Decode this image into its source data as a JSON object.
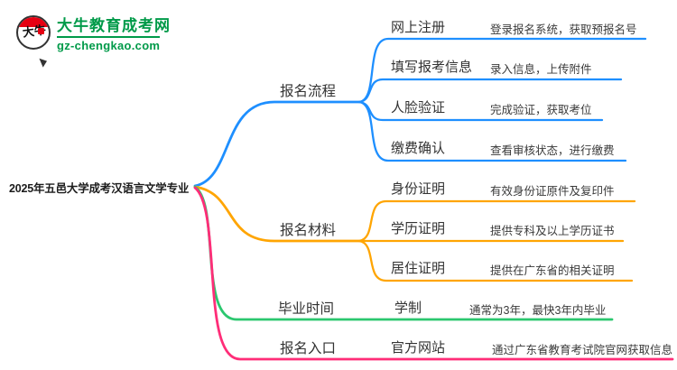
{
  "site": {
    "logo_mark_text": "大牛",
    "logo_title": "大牛教育成考网",
    "logo_domain": "gz-chengkao.com",
    "brand_green": "#009a49",
    "brand_red": "#e60012"
  },
  "root": {
    "title": "2025年五邑大学成考汉语言文学专业"
  },
  "branches": [
    {
      "label": "报名流程",
      "color": "#1e8fff",
      "children": [
        {
          "label": "网上注册",
          "desc": "登录报名系统，获取预报名号"
        },
        {
          "label": "填写报考信息",
          "desc": "录入信息，上传附件"
        },
        {
          "label": "人脸验证",
          "desc": "完成验证，获取考位"
        },
        {
          "label": "缴费确认",
          "desc": "查看审核状态，进行缴费"
        }
      ]
    },
    {
      "label": "报名材料",
      "color": "#ffa502",
      "children": [
        {
          "label": "身份证明",
          "desc": "有效身份证原件及复印件"
        },
        {
          "label": "学历证明",
          "desc": "提供专科及以上学历证书"
        },
        {
          "label": "居住证明",
          "desc": "提供在广东省的相关证明"
        }
      ]
    },
    {
      "label": "毕业时间",
      "color": "#2bc76f",
      "children": [
        {
          "label": "学制",
          "desc": "通常为3年，最快3年内毕业"
        }
      ]
    },
    {
      "label": "报名入口",
      "color": "#ff2d78",
      "children": [
        {
          "label": "官方网站",
          "desc": "通过广东省教育考试院官网获取信息"
        }
      ]
    }
  ]
}
